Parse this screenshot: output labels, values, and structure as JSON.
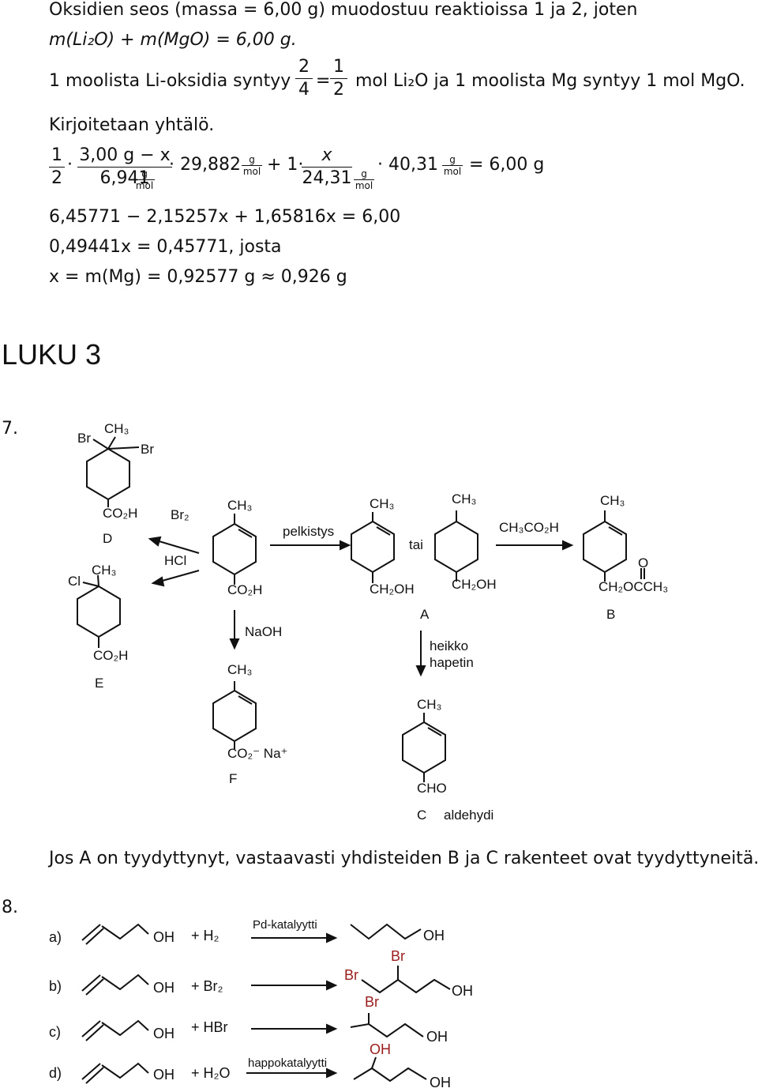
{
  "calc": {
    "line1": "Oksidien seos (massa = 6,00 g) muodostuu reaktioissa 1 ja 2, joten",
    "line2": "m(Li₂O) + m(MgO) = 6,00 g.",
    "line3_a": "1 moolista Li-oksidia syntyy",
    "frac_a_num": "2",
    "frac_a_den": "4",
    "eq": "=",
    "frac_b_num": "1",
    "frac_b_den": "2",
    "line3_b": "mol Li₂O ja 1 moolista Mg syntyy 1 mol MgO.",
    "line4": "Kirjoitetaan yhtälö.",
    "eqn": {
      "half_num": "1",
      "half_den": "2",
      "x1_num": "3,00 g − x",
      "x1_den": "6,941",
      "m1": "· 29,882",
      "plus": "+ 1·",
      "x2_num": "x",
      "x2_den": "24,31",
      "m2": "· 40,31",
      "rhs": "= 6,00 g",
      "unit_g": "g",
      "unit_mol": "mol"
    },
    "line6": "6,45771 − 2,15257x + 1,65816x = 6,00",
    "line7": "0,49441x = 0,45771,   josta",
    "line8": "x = m(Mg) = 0,92577 g ≈ 0,926 g"
  },
  "chapter": "LUKU 3",
  "q7": {
    "num": "7.",
    "br_top_left": "Br",
    "ch3_top": "CH₃",
    "br_top_right": "Br",
    "d_co2h": "CO₂H",
    "d_label": "D",
    "reagent_br2": "Br₂",
    "reagent_hcl": "HCl",
    "e_cl": "Cl",
    "e_ch3": "CH₃",
    "e_co2h": "CO₂H",
    "e_label": "E",
    "center_ch3": "CH₃",
    "center_co2h": "CO₂H",
    "pelkistys": "pelkistys",
    "a1_ch3": "CH₃",
    "a1_ch2oh": "CH₂OH",
    "tai": "tai",
    "a2_ch3": "CH₃",
    "a2_ch2oh": "CH₂OH",
    "a_label": "A",
    "reagent_acid": "CH₃CO₂H",
    "b_ch3": "CH₃",
    "b_o": "O",
    "b_ester": "CH₂OCCH₃",
    "b_label": "B",
    "naoh": "NaOH",
    "f_ch3": "CH₃",
    "f_carboxylate": "CO₂⁻ Na⁺",
    "f_label": "F",
    "heikko": "heikko",
    "hapetin": "hapetin",
    "c_ch3": "CH₃",
    "c_cho": "CHO",
    "c_label": "C",
    "aldehydi": "aldehydi",
    "note": "Jos A on tyydyttynyt, vastaavasti yhdisteiden B ja C rakenteet ovat tyydyttyneitä."
  },
  "q8": {
    "num": "8.",
    "rows": [
      {
        "label": "a)",
        "oh": "OH",
        "reagent": "+ H₂",
        "arrow_text": "Pd-katalyytti",
        "products": [
          "OH"
        ]
      },
      {
        "label": "b)",
        "oh": "OH",
        "reagent": "+ Br₂",
        "arrow_text": "",
        "products": [
          "Br",
          "Br",
          "OH"
        ]
      },
      {
        "label": "c)",
        "oh": "OH",
        "reagent": "+ HBr",
        "arrow_text": "",
        "products": [
          "Br",
          "OH"
        ]
      },
      {
        "label": "d)",
        "oh": "OH",
        "reagent": "+ H₂O",
        "arrow_text": "happokatalyytti",
        "products": [
          "OH",
          "OH"
        ]
      }
    ]
  }
}
